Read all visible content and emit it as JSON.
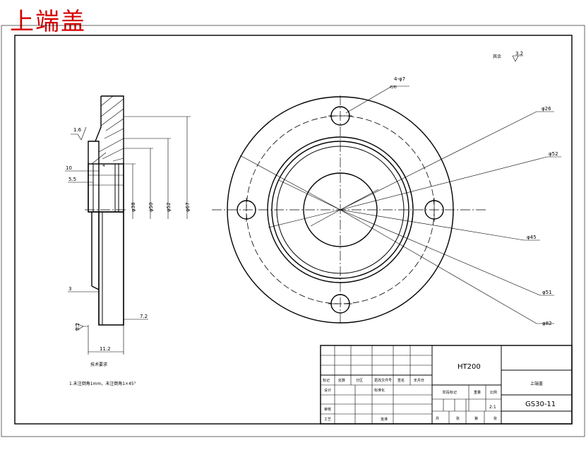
{
  "title": "上端盖",
  "surface_roughness": {
    "default_label": "其余",
    "default_value": "3.2",
    "side_face": "1.6",
    "bottom_face": "3.2"
  },
  "dimensions": {
    "hole_label": "4-φ7",
    "hole_sub": "均布",
    "front": [
      "φ26",
      "φ52",
      "φ45",
      "φ51",
      "φ82"
    ],
    "side_left": [
      "10",
      "5.5",
      "3"
    ],
    "side_right": "7.2",
    "side_bottom": "11.2",
    "side_vertical": [
      "φ38",
      "φ50",
      "φ52",
      "φ67"
    ],
    "side_small": "4"
  },
  "notes": {
    "heading": "技术要求",
    "text": "1.未注倒角1mm，未注倒角1×45°"
  },
  "title_block": {
    "material": "HT200",
    "part_name": "上端盖",
    "drawing_no": "GS30-11",
    "scale": "2:1",
    "header_row": [
      "标记",
      "处数",
      "分区",
      "更改文件号",
      "签名",
      "年月日"
    ],
    "left_labels": [
      "设计",
      "审核",
      "工艺"
    ],
    "standardize": "标准化",
    "approve": "批准",
    "stage_label": "阶段标记",
    "weight_label": "重量",
    "scale_label": "比例",
    "sheet_row": [
      "共",
      "张",
      "第",
      "张"
    ]
  }
}
